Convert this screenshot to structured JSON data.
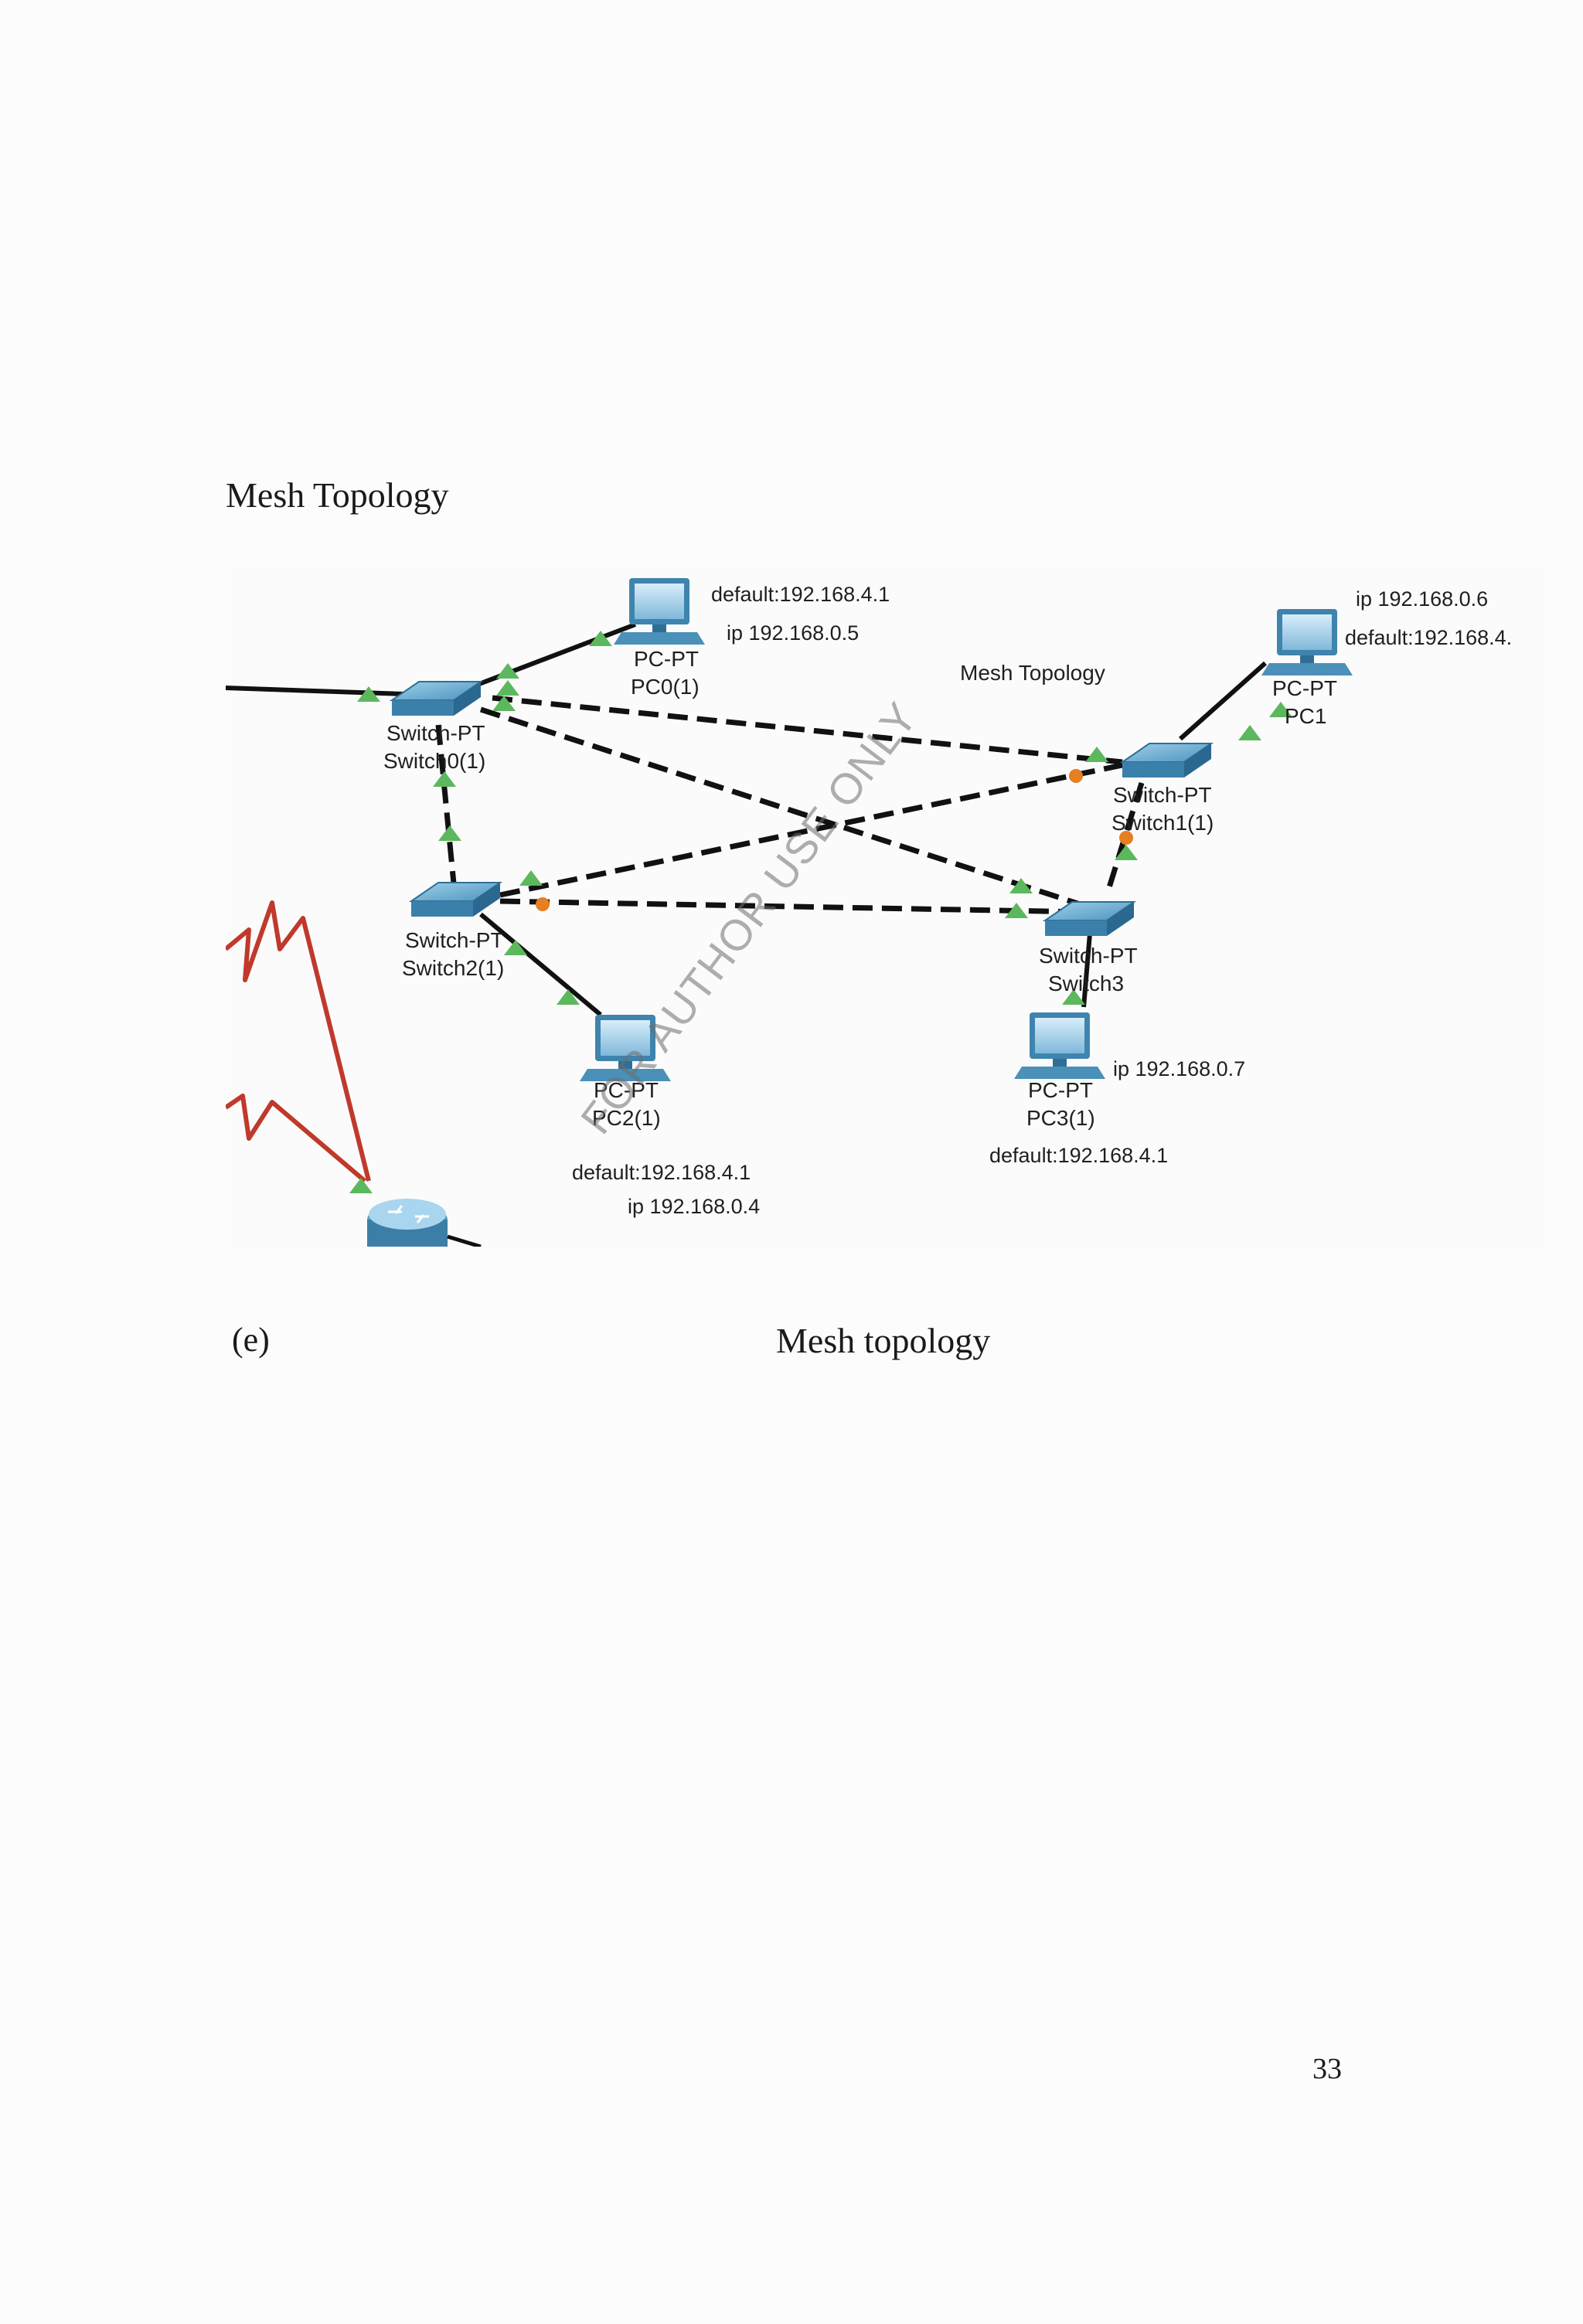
{
  "heading": "Mesh Topology",
  "figure": {
    "canvas_title": "Mesh Topology",
    "switches": [
      {
        "type": "Switch-PT",
        "name": "Switch0(1)"
      },
      {
        "type": "Switch-PT",
        "name": "Switch1(1)"
      },
      {
        "type": "Switch-PT",
        "name": "Switch2(1)"
      },
      {
        "type": "Switch-PT",
        "name": "Switch3"
      }
    ],
    "pcs": [
      {
        "type": "PC-PT",
        "name": "PC0(1)",
        "ip": "ip 192.168.0.5",
        "default": "default:192.168.4.1"
      },
      {
        "type": "PC-PT",
        "name": "PC1",
        "ip": "ip 192.168.0.6",
        "default": "default:192.168.4."
      },
      {
        "type": "PC-PT",
        "name": "PC2(1)",
        "ip": "ip 192.168.0.4",
        "default": "default:192.168.4.1"
      },
      {
        "type": "PC-PT",
        "name": "PC3(1)",
        "ip": "ip 192.168.0.7",
        "default": "default:192.168.4.1"
      }
    ],
    "colors": {
      "cable": "#111111",
      "serial_link": "#c0392b",
      "link_up": "#5cb85c",
      "link_pending": "#e67e22",
      "device": "#4a90b8"
    }
  },
  "caption": {
    "label": "(e)",
    "text": "Mesh topology"
  },
  "watermark": "FOR AUTHOR USE ONLY",
  "page_number": "33"
}
